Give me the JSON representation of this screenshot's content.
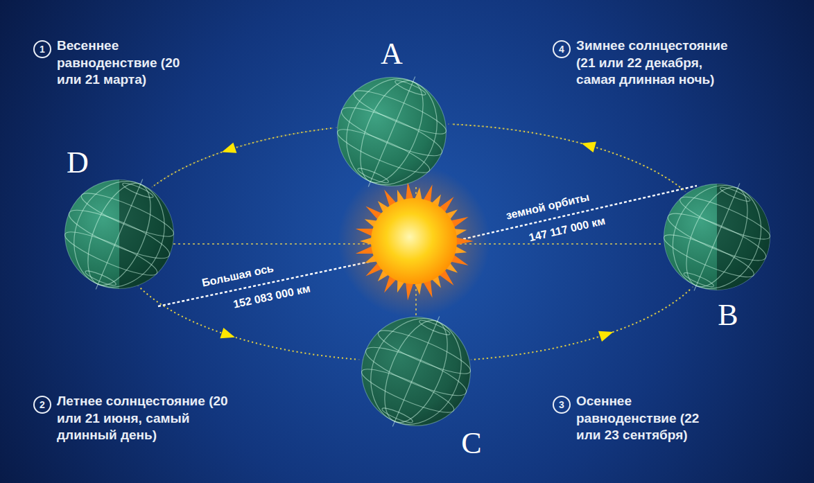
{
  "diagram": {
    "nodes": [
      {
        "text": [
          "A"
        ]
      },
      {
        "text": [
          "D"
        ]
      },
      {
        "text": [
          "B"
        ]
      },
      {
        "text": [
          "C"
        ]
      }
    ],
    "edges": [
      {
        "from": 0,
        "to": 1,
        "arrow": "to"
      },
      {
        "from": 1,
        "to": 3,
        "arrow": "to"
      },
      {
        "from": 3,
        "to": 2,
        "arrow": "to"
      },
      {
        "from": 2,
        "to": 0,
        "arrow": "to"
      }
    ],
    "labels": [
      "1",
      "Весеннее равноденствие (20 или 21 марта)",
      "4",
      "Зимнее солнцестояние (21 или 22 декабря, самая длинная ночь)",
      "земной орбиты",
      "147 117 000 км",
      "Большая ось",
      "152 083 000 км",
      "2",
      "Летнее солнцестояние (20 или 21 июня, самый длинный день)",
      "3",
      "Осеннее равноденствие (22 или 23 сентября)"
    ]
  }
}
